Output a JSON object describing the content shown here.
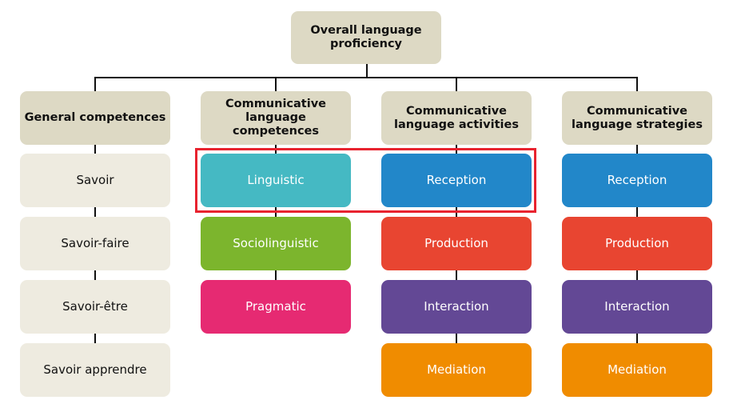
{
  "root": {
    "label": "Overall language\nproficiency",
    "line1": "Overall language",
    "line2": "proficiency"
  },
  "columns": [
    {
      "header": {
        "line1": "General competences",
        "line2": ""
      },
      "items": [
        {
          "label": "Savoir",
          "color": "#eeebe0"
        },
        {
          "label": "Savoir-faire",
          "color": "#eeebe0"
        },
        {
          "label": "Savoir-être",
          "color": "#eeebe0"
        },
        {
          "label": "Savoir apprendre",
          "color": "#eeebe0"
        }
      ]
    },
    {
      "header": {
        "line1": "Communicative",
        "line2": "language competences"
      },
      "items": [
        {
          "label": "Linguistic",
          "color": "#45b9c3"
        },
        {
          "label": "Sociolinguistic",
          "color": "#7cb52d"
        },
        {
          "label": "Pragmatic",
          "color": "#e62a72"
        }
      ]
    },
    {
      "header": {
        "line1": "Communicative",
        "line2": "language activities"
      },
      "items": [
        {
          "label": "Reception",
          "color": "#2287c9"
        },
        {
          "label": "Production",
          "color": "#e84531"
        },
        {
          "label": "Interaction",
          "color": "#634895"
        },
        {
          "label": "Mediation",
          "color": "#f08c00"
        }
      ]
    },
    {
      "header": {
        "line1": "Communicative",
        "line2": "language strategies"
      },
      "items": [
        {
          "label": "Reception",
          "color": "#2287c9"
        },
        {
          "label": "Production",
          "color": "#e84531"
        },
        {
          "label": "Interaction",
          "color": "#634895"
        },
        {
          "label": "Mediation",
          "color": "#f08c00"
        }
      ]
    }
  ],
  "highlight": {
    "color": "#e8232f",
    "covers": [
      "Linguistic",
      "Reception"
    ]
  },
  "colors": {
    "header_bg": "#ddd9c4",
    "light_bg": "#eeebe0",
    "line": "#111111"
  }
}
